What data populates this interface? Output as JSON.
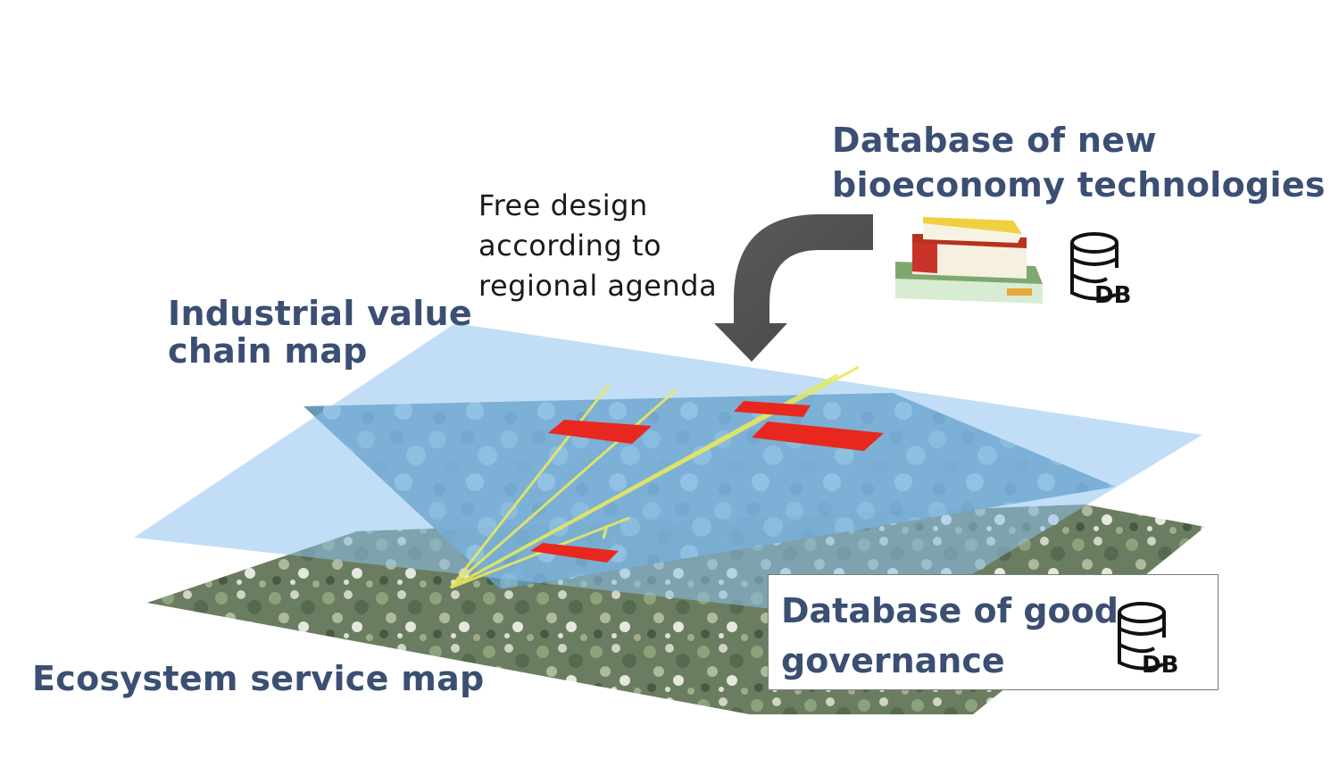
{
  "labels": {
    "industrial_map": [
      "Industrial value",
      "chain map"
    ],
    "ecosystem_map": "Ecosystem service map",
    "new_tech_db": [
      "Database of new",
      "bioeconomy technologies"
    ],
    "free_design": [
      "Free design",
      "according to",
      "regional agenda"
    ],
    "governance_db": [
      "Database of good",
      "governance"
    ],
    "db_icon_text": "DB"
  },
  "colors": {
    "label_text": "#3b4f73",
    "layer_blue": "#8ec3ee",
    "value_chain_red": "#e8281e",
    "link_yellow": "#e8e860",
    "arrow_gray": "#555555"
  },
  "icons": [
    "books-icon",
    "database-icon",
    "database-icon",
    "curved-arrow-icon"
  ]
}
